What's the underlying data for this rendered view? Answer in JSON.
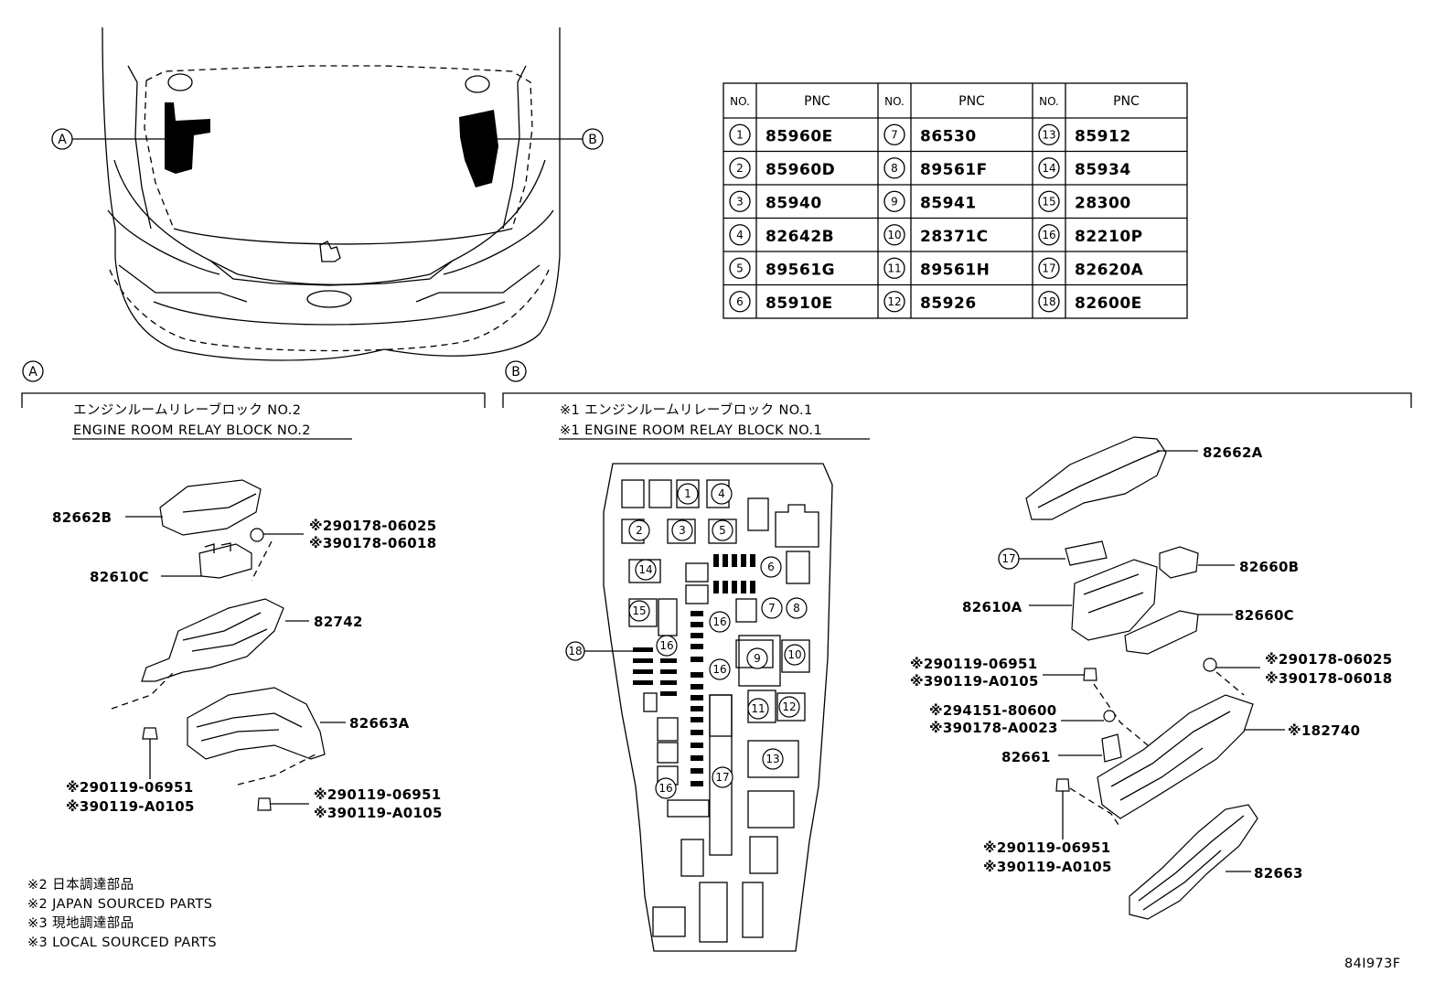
{
  "table": {
    "headers": [
      "NO.",
      "PNC",
      "NO.",
      "PNC",
      "NO.",
      "PNC"
    ],
    "rows": [
      [
        {
          "no": "1",
          "pnc": "85960E"
        },
        {
          "no": "7",
          "pnc": "86530"
        },
        {
          "no": "13",
          "pnc": "85912"
        }
      ],
      [
        {
          "no": "2",
          "pnc": "85960D"
        },
        {
          "no": "8",
          "pnc": "89561F"
        },
        {
          "no": "14",
          "pnc": "85934"
        }
      ],
      [
        {
          "no": "3",
          "pnc": "85940"
        },
        {
          "no": "9",
          "pnc": "85941"
        },
        {
          "no": "15",
          "pnc": "28300"
        }
      ],
      [
        {
          "no": "4",
          "pnc": "82642B"
        },
        {
          "no": "10",
          "pnc": "28371C"
        },
        {
          "no": "16",
          "pnc": "82210P"
        }
      ],
      [
        {
          "no": "5",
          "pnc": "89561G"
        },
        {
          "no": "11",
          "pnc": "89561H"
        },
        {
          "no": "17",
          "pnc": "82620A"
        }
      ],
      [
        {
          "no": "6",
          "pnc": "85910E"
        },
        {
          "no": "12",
          "pnc": "85926"
        },
        {
          "no": "18",
          "pnc": "82600E"
        }
      ]
    ]
  },
  "callouts": {
    "a": "A",
    "b": "B"
  },
  "section_a": {
    "title_jp": "エンジンルームリレーブロック NO.2",
    "title_en": "ENGINE ROOM RELAY BLOCK NO.2",
    "parts": {
      "p1": "82662B",
      "p2": "82610C",
      "p3": "82742",
      "p4": "82663A",
      "c1a": "※290178-06025",
      "c1b": "※390178-06018",
      "c2a": "※290119-06951",
      "c2b": "※390119-A0105",
      "c3a": "※290119-06951",
      "c3b": "※390119-A0105"
    }
  },
  "section_b": {
    "title_jp": "※1 エンジンルームリレーブロック NO.1",
    "title_en": "※1 ENGINE ROOM RELAY BLOCK NO.1",
    "parts": {
      "p1": "82662A",
      "p2": "82660B",
      "p3": "82610A",
      "p4": "82660C",
      "p5": "※182740",
      "p6": "82661",
      "p7": "82663",
      "c1a": "※290119-06951",
      "c1b": "※390119-A0105",
      "c2a": "※290178-06025",
      "c2b": "※390178-06018",
      "c3a": "※294151-80600",
      "c3b": "※390178-A0023",
      "c4a": "※290119-06951",
      "c4b": "※390119-A0105"
    },
    "fuse_nums": [
      "1",
      "2",
      "3",
      "4",
      "5",
      "6",
      "7",
      "8",
      "9",
      "10",
      "11",
      "12",
      "13",
      "14",
      "15",
      "16",
      "16",
      "16",
      "16",
      "17",
      "18"
    ],
    "callout_17": "17"
  },
  "notes": [
    "※2 日本調達部品",
    "※2 JAPAN SOURCED PARTS",
    "※3 現地調達部品",
    "※3 LOCAL SOURCED PARTS"
  ],
  "figure_code": "84I973F"
}
